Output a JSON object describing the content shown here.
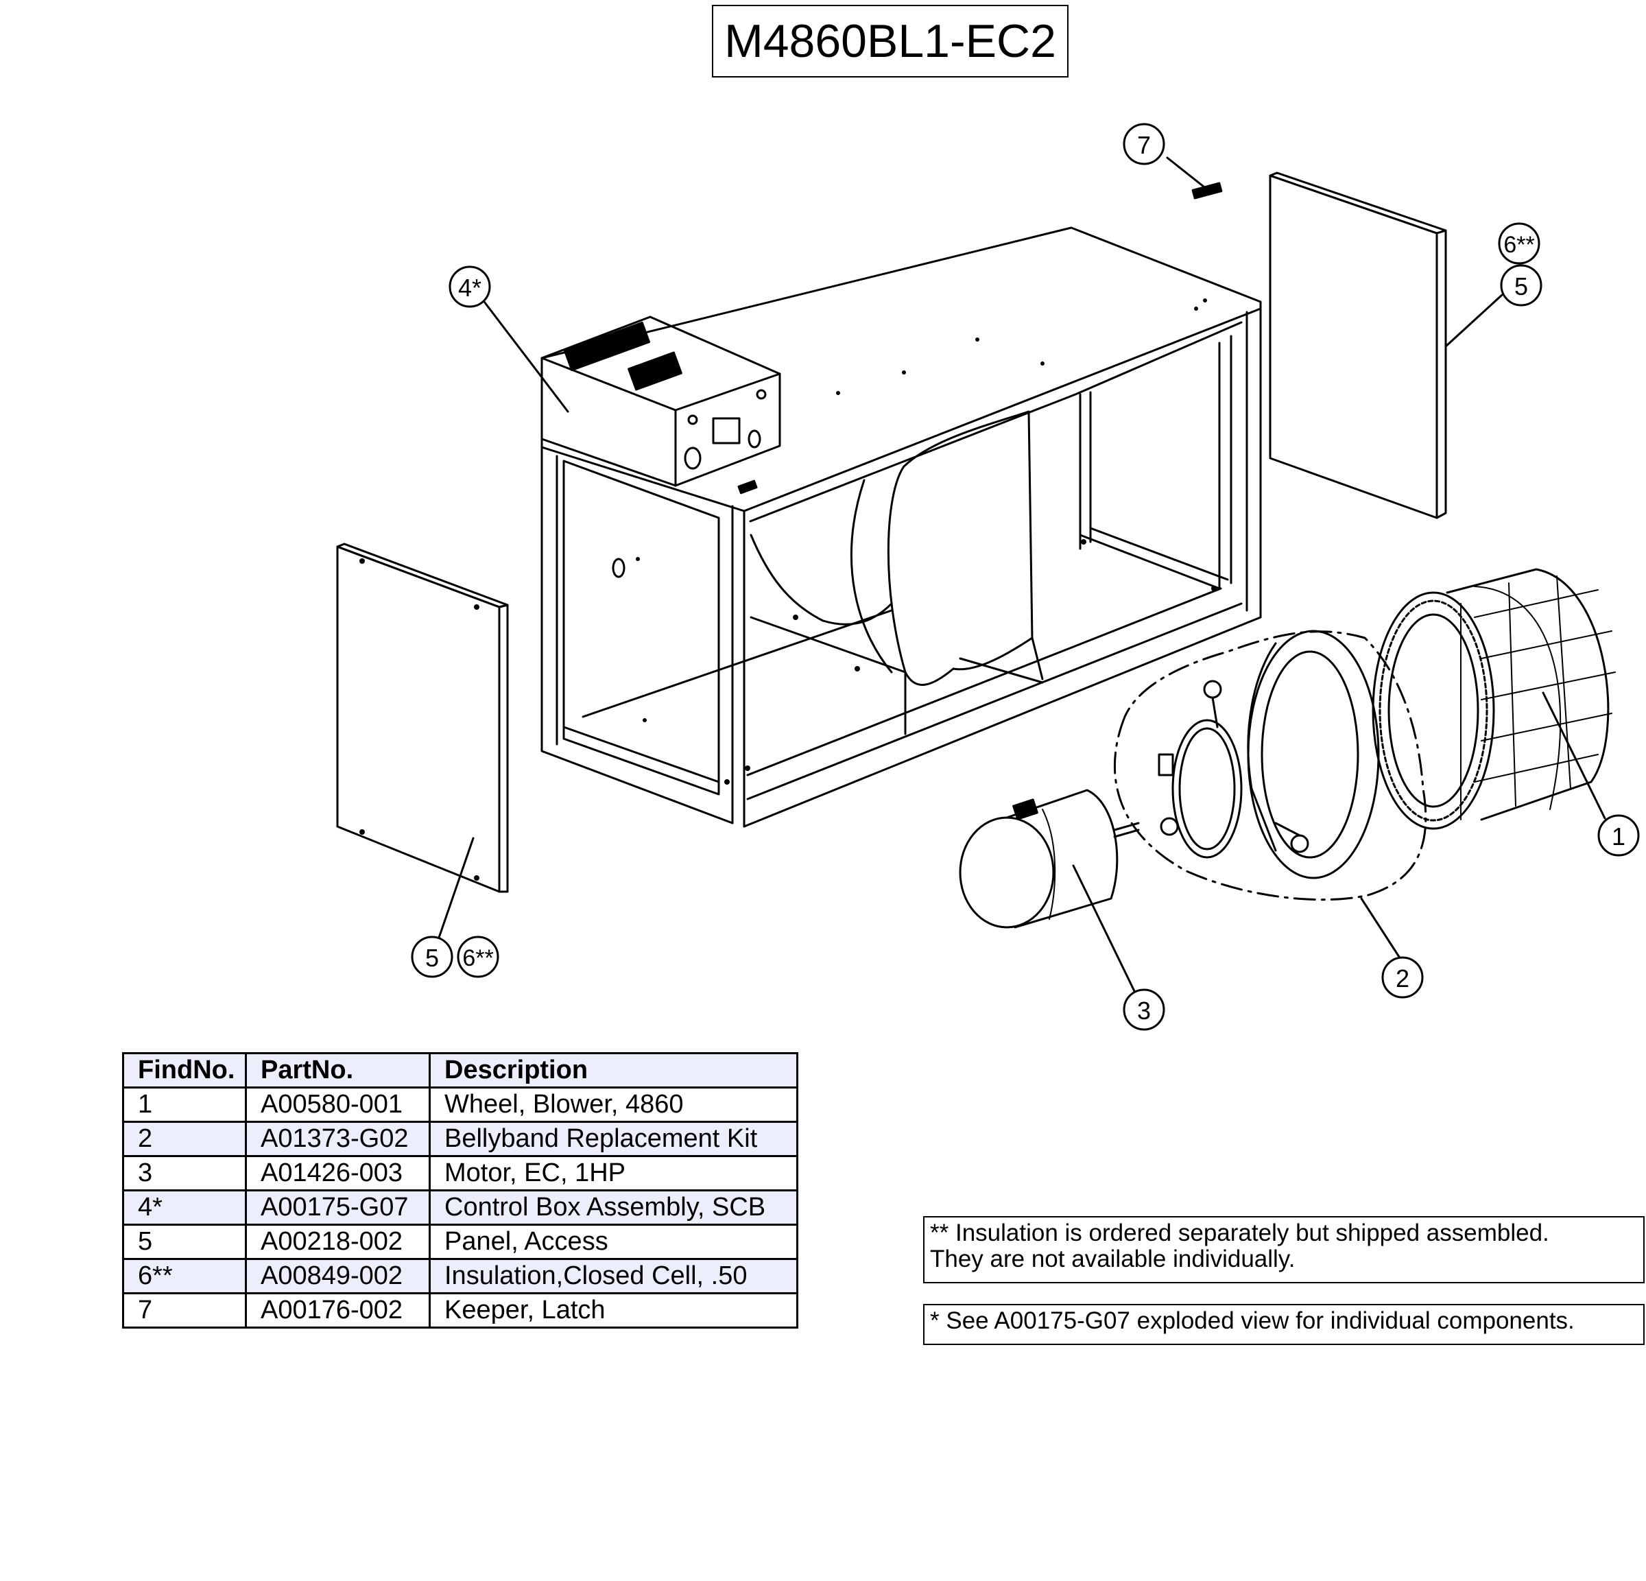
{
  "title": "M4860BL1-EC2",
  "callouts": {
    "c1": "1",
    "c2": "2",
    "c3": "3",
    "c4": "4*",
    "c5_right": "5",
    "c6_right": "6**",
    "c5_left": "5",
    "c6_left": "6**",
    "c7": "7"
  },
  "table": {
    "headers": [
      "FindNo.",
      "PartNo.",
      "Description"
    ],
    "rows": [
      {
        "find": "1",
        "part": "A00580-001",
        "desc": "Wheel, Blower, 4860"
      },
      {
        "find": "2",
        "part": "A01373-G02",
        "desc": "Bellyband Replacement Kit"
      },
      {
        "find": "3",
        "part": "A01426-003",
        "desc": "Motor, EC, 1HP"
      },
      {
        "find": "4*",
        "part": "A00175-G07",
        "desc": "Control Box Assembly, SCB"
      },
      {
        "find": "5",
        "part": "A00218-002",
        "desc": "Panel, Access"
      },
      {
        "find": "6**",
        "part": "A00849-002",
        "desc": "Insulation,Closed Cell, .50"
      },
      {
        "find": "7",
        "part": "A00176-002",
        "desc": "Keeper, Latch"
      }
    ]
  },
  "notes": {
    "insulation_line1": "** Insulation is ordered separately but shipped assembled.",
    "insulation_line2": "They are not available individually.",
    "control_box": "* See A00175-G07 exploded view for individual components."
  },
  "colors": {
    "line": "#000000",
    "header_fill": "#eceefc"
  }
}
